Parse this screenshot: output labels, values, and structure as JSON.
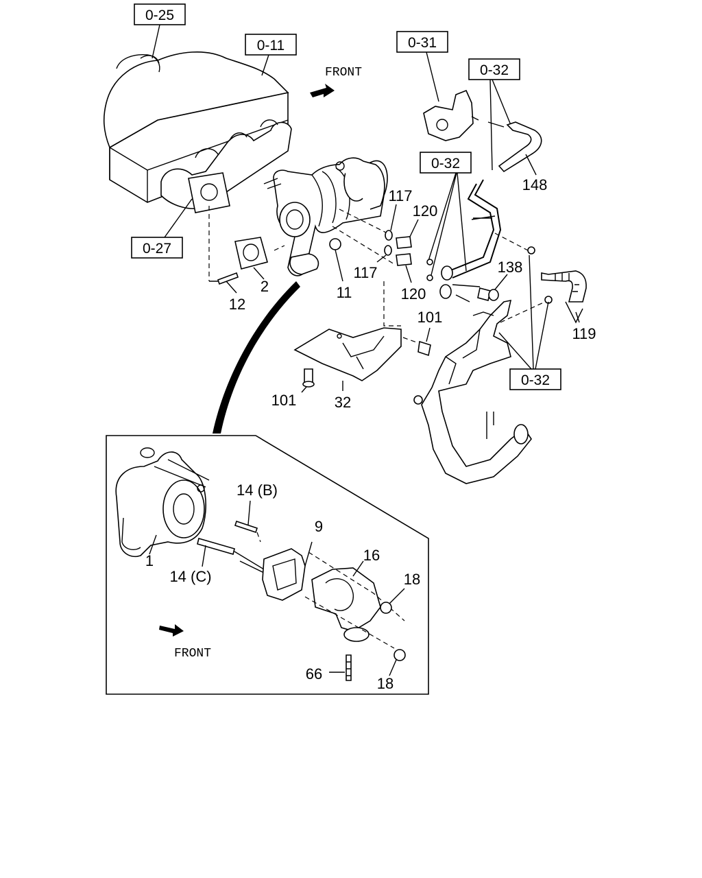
{
  "refs": {
    "r025": "0-25",
    "r011": "0-11",
    "r031": "0-31",
    "r032a": "0-32",
    "r032b": "0-32",
    "r027": "0-27",
    "r032c": "0-32"
  },
  "front_labels": {
    "top": "FRONT",
    "inset": "FRONT"
  },
  "parts": {
    "p117a": "117",
    "p120a": "120",
    "p117b": "117",
    "p120b": "120",
    "p148": "148",
    "p138": "138",
    "p119": "119",
    "p2": "2",
    "p11": "11",
    "p12": "12",
    "p101a": "101",
    "p101b": "101",
    "p32": "32",
    "p14b": "14 (B)",
    "p9": "9",
    "p1": "1",
    "p14c": "14 (C)",
    "p16": "16",
    "p18a": "18",
    "p18b": "18",
    "p66": "66"
  }
}
